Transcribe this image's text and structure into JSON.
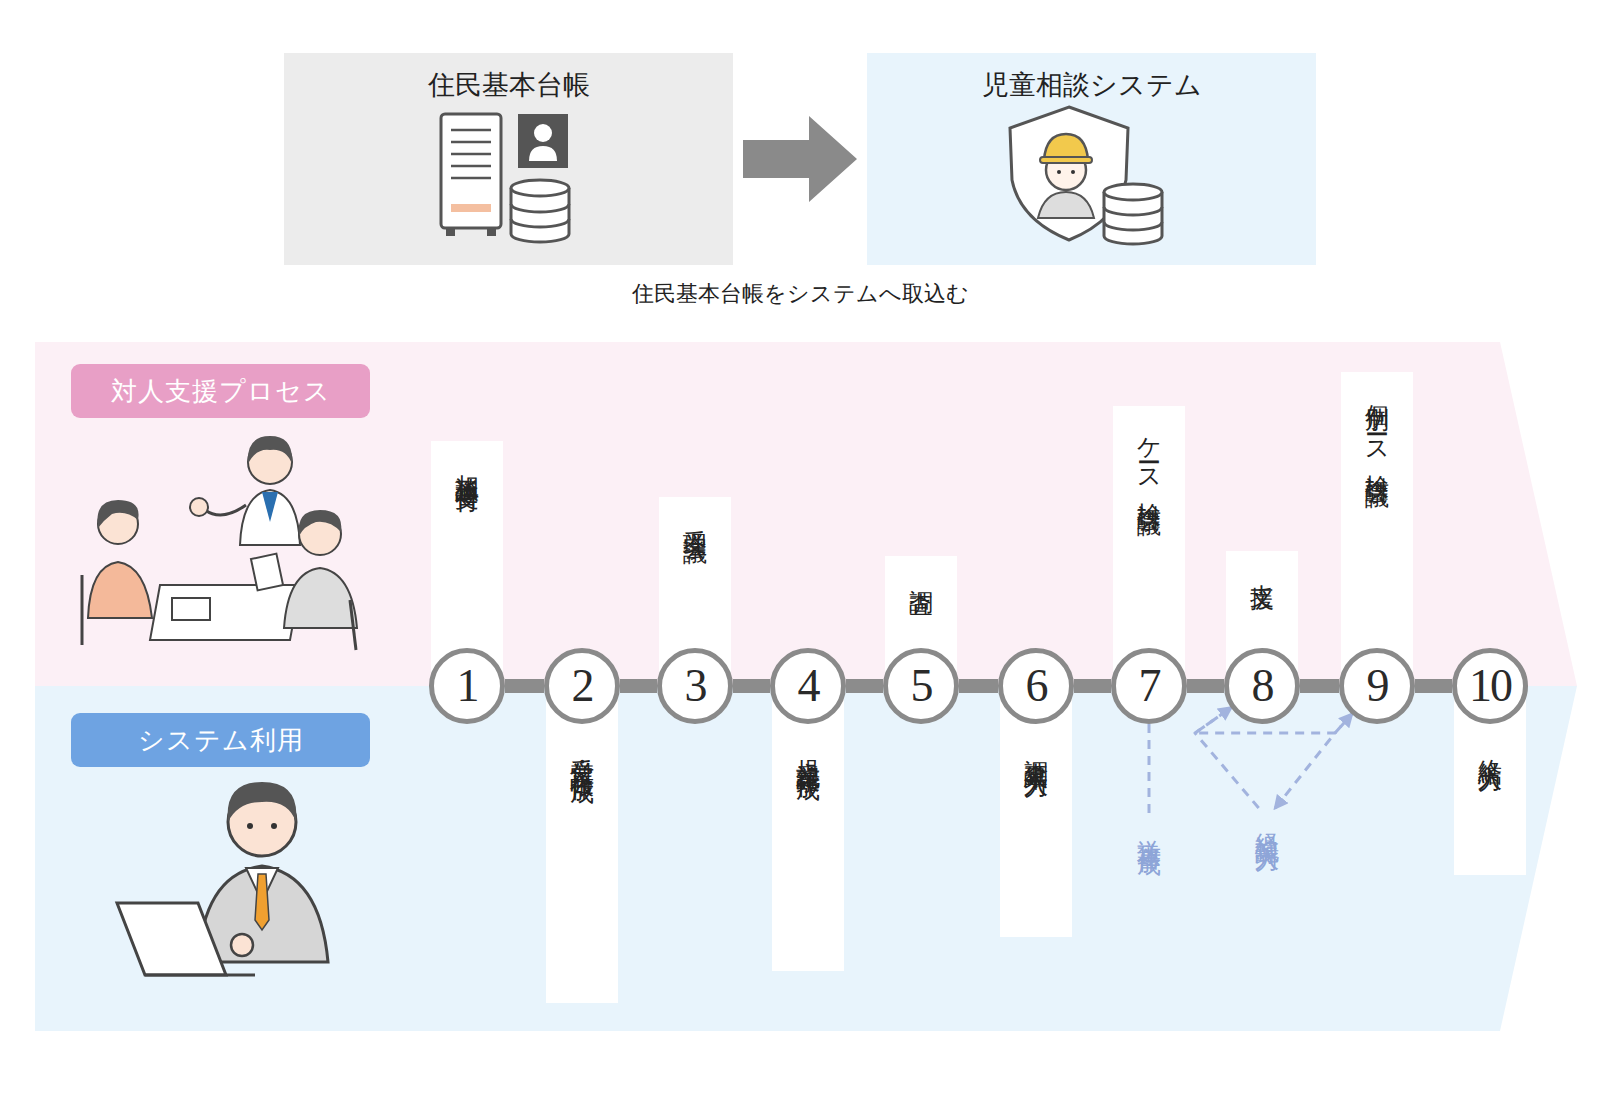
{
  "diagram": {
    "caption": "住民基本台帳をシステムへ取込む",
    "nodes": [
      {
        "text": [
          "住民基本台帳"
        ]
      },
      {
        "text": [
          "児童相談システム"
        ]
      },
      {
        "text": [
          "対人支援プロセス"
        ]
      },
      {
        "text": [
          "システム利用"
        ]
      },
      {
        "text": [
          "1"
        ]
      },
      {
        "text": [
          "相談通告受付"
        ]
      },
      {
        "text": [
          "2"
        ]
      },
      {
        "text": [
          "受付票・台帳作成"
        ]
      },
      {
        "text": [
          "3"
        ]
      },
      {
        "text": [
          "受理会議"
        ]
      },
      {
        "text": [
          "4"
        ]
      },
      {
        "text": [
          "児童記録票作成"
        ]
      },
      {
        "text": [
          "5"
        ]
      },
      {
        "text": [
          "調査"
        ]
      },
      {
        "text": [
          "6"
        ]
      },
      {
        "text": [
          "調査結果入力"
        ]
      },
      {
        "text": [
          "7"
        ]
      },
      {
        "text": [
          "ケース検討会議"
        ]
      },
      {
        "text": [
          "送致書作成"
        ]
      },
      {
        "text": [
          "8"
        ]
      },
      {
        "text": [
          "支援"
        ]
      },
      {
        "text": [
          "経過記録入力"
        ]
      },
      {
        "text": [
          "9"
        ]
      },
      {
        "text": [
          "個別ケース検討会議"
        ]
      },
      {
        "text": [
          "10"
        ]
      },
      {
        "text": [
          "終結入力"
        ]
      }
    ],
    "edges": [
      {
        "from": 0,
        "to": 1,
        "arrow": "to"
      },
      {
        "from": 4,
        "to": 6,
        "arrow": "none"
      },
      {
        "from": 6,
        "to": 8,
        "arrow": "none"
      },
      {
        "from": 8,
        "to": 10,
        "arrow": "none"
      },
      {
        "from": 10,
        "to": 12,
        "arrow": "none"
      },
      {
        "from": 12,
        "to": 14,
        "arrow": "none"
      },
      {
        "from": 14,
        "to": 16,
        "arrow": "none"
      },
      {
        "from": 16,
        "to": 19,
        "arrow": "none"
      },
      {
        "from": 19,
        "to": 22,
        "arrow": "none"
      },
      {
        "from": 22,
        "to": 24,
        "arrow": "none"
      },
      {
        "from": 16,
        "to": 18,
        "arrow": "none"
      },
      {
        "from": 19,
        "to": 22,
        "arrow": "to"
      },
      {
        "from": 22,
        "to": 21,
        "arrow": "to"
      },
      {
        "from": 21,
        "to": 19,
        "arrow": "to"
      }
    ]
  }
}
